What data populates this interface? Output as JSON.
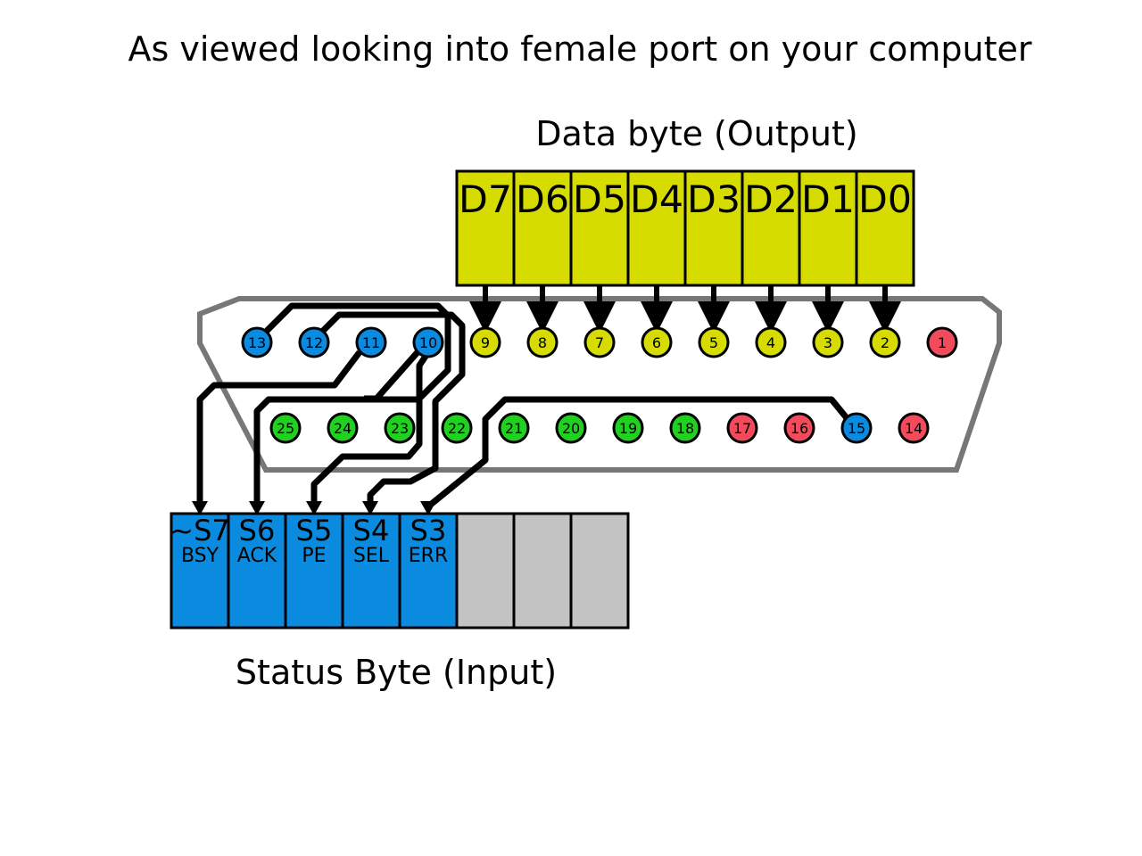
{
  "title": "As viewed looking into female port on your computer",
  "data_byte": {
    "label": "Data byte (Output)",
    "bits": [
      "D7",
      "D6",
      "D5",
      "D4",
      "D3",
      "D2",
      "D1",
      "D0"
    ]
  },
  "status_byte": {
    "label": "Status Byte (Input)",
    "bits": [
      {
        "name": "~S7",
        "signal": "BSY"
      },
      {
        "name": "S6",
        "signal": "ACK"
      },
      {
        "name": "S5",
        "signal": "PE"
      },
      {
        "name": "S4",
        "signal": "SEL"
      },
      {
        "name": "S3",
        "signal": "ERR"
      },
      {
        "name": "",
        "signal": ""
      },
      {
        "name": "",
        "signal": ""
      },
      {
        "name": "",
        "signal": ""
      }
    ]
  },
  "pins_top": [
    "13",
    "12",
    "11",
    "10",
    "9",
    "8",
    "7",
    "6",
    "5",
    "4",
    "3",
    "2",
    "1"
  ],
  "pins_bottom": [
    "25",
    "24",
    "23",
    "22",
    "21",
    "20",
    "19",
    "18",
    "17",
    "16",
    "15",
    "14"
  ],
  "colors": {
    "data": "#d6dc00",
    "status": "#0a8be0",
    "ground": "#22d022",
    "control": "#f24b5c",
    "unused": "#c3c3c3",
    "outline": "#777777"
  },
  "pin_groups": {
    "13": "status",
    "12": "status",
    "11": "status",
    "10": "status",
    "9": "data",
    "8": "data",
    "7": "data",
    "6": "data",
    "5": "data",
    "4": "data",
    "3": "data",
    "2": "data",
    "1": "control",
    "25": "ground",
    "24": "ground",
    "23": "ground",
    "22": "ground",
    "21": "ground",
    "20": "ground",
    "19": "ground",
    "18": "ground",
    "17": "control",
    "16": "control",
    "15": "status",
    "14": "control"
  }
}
